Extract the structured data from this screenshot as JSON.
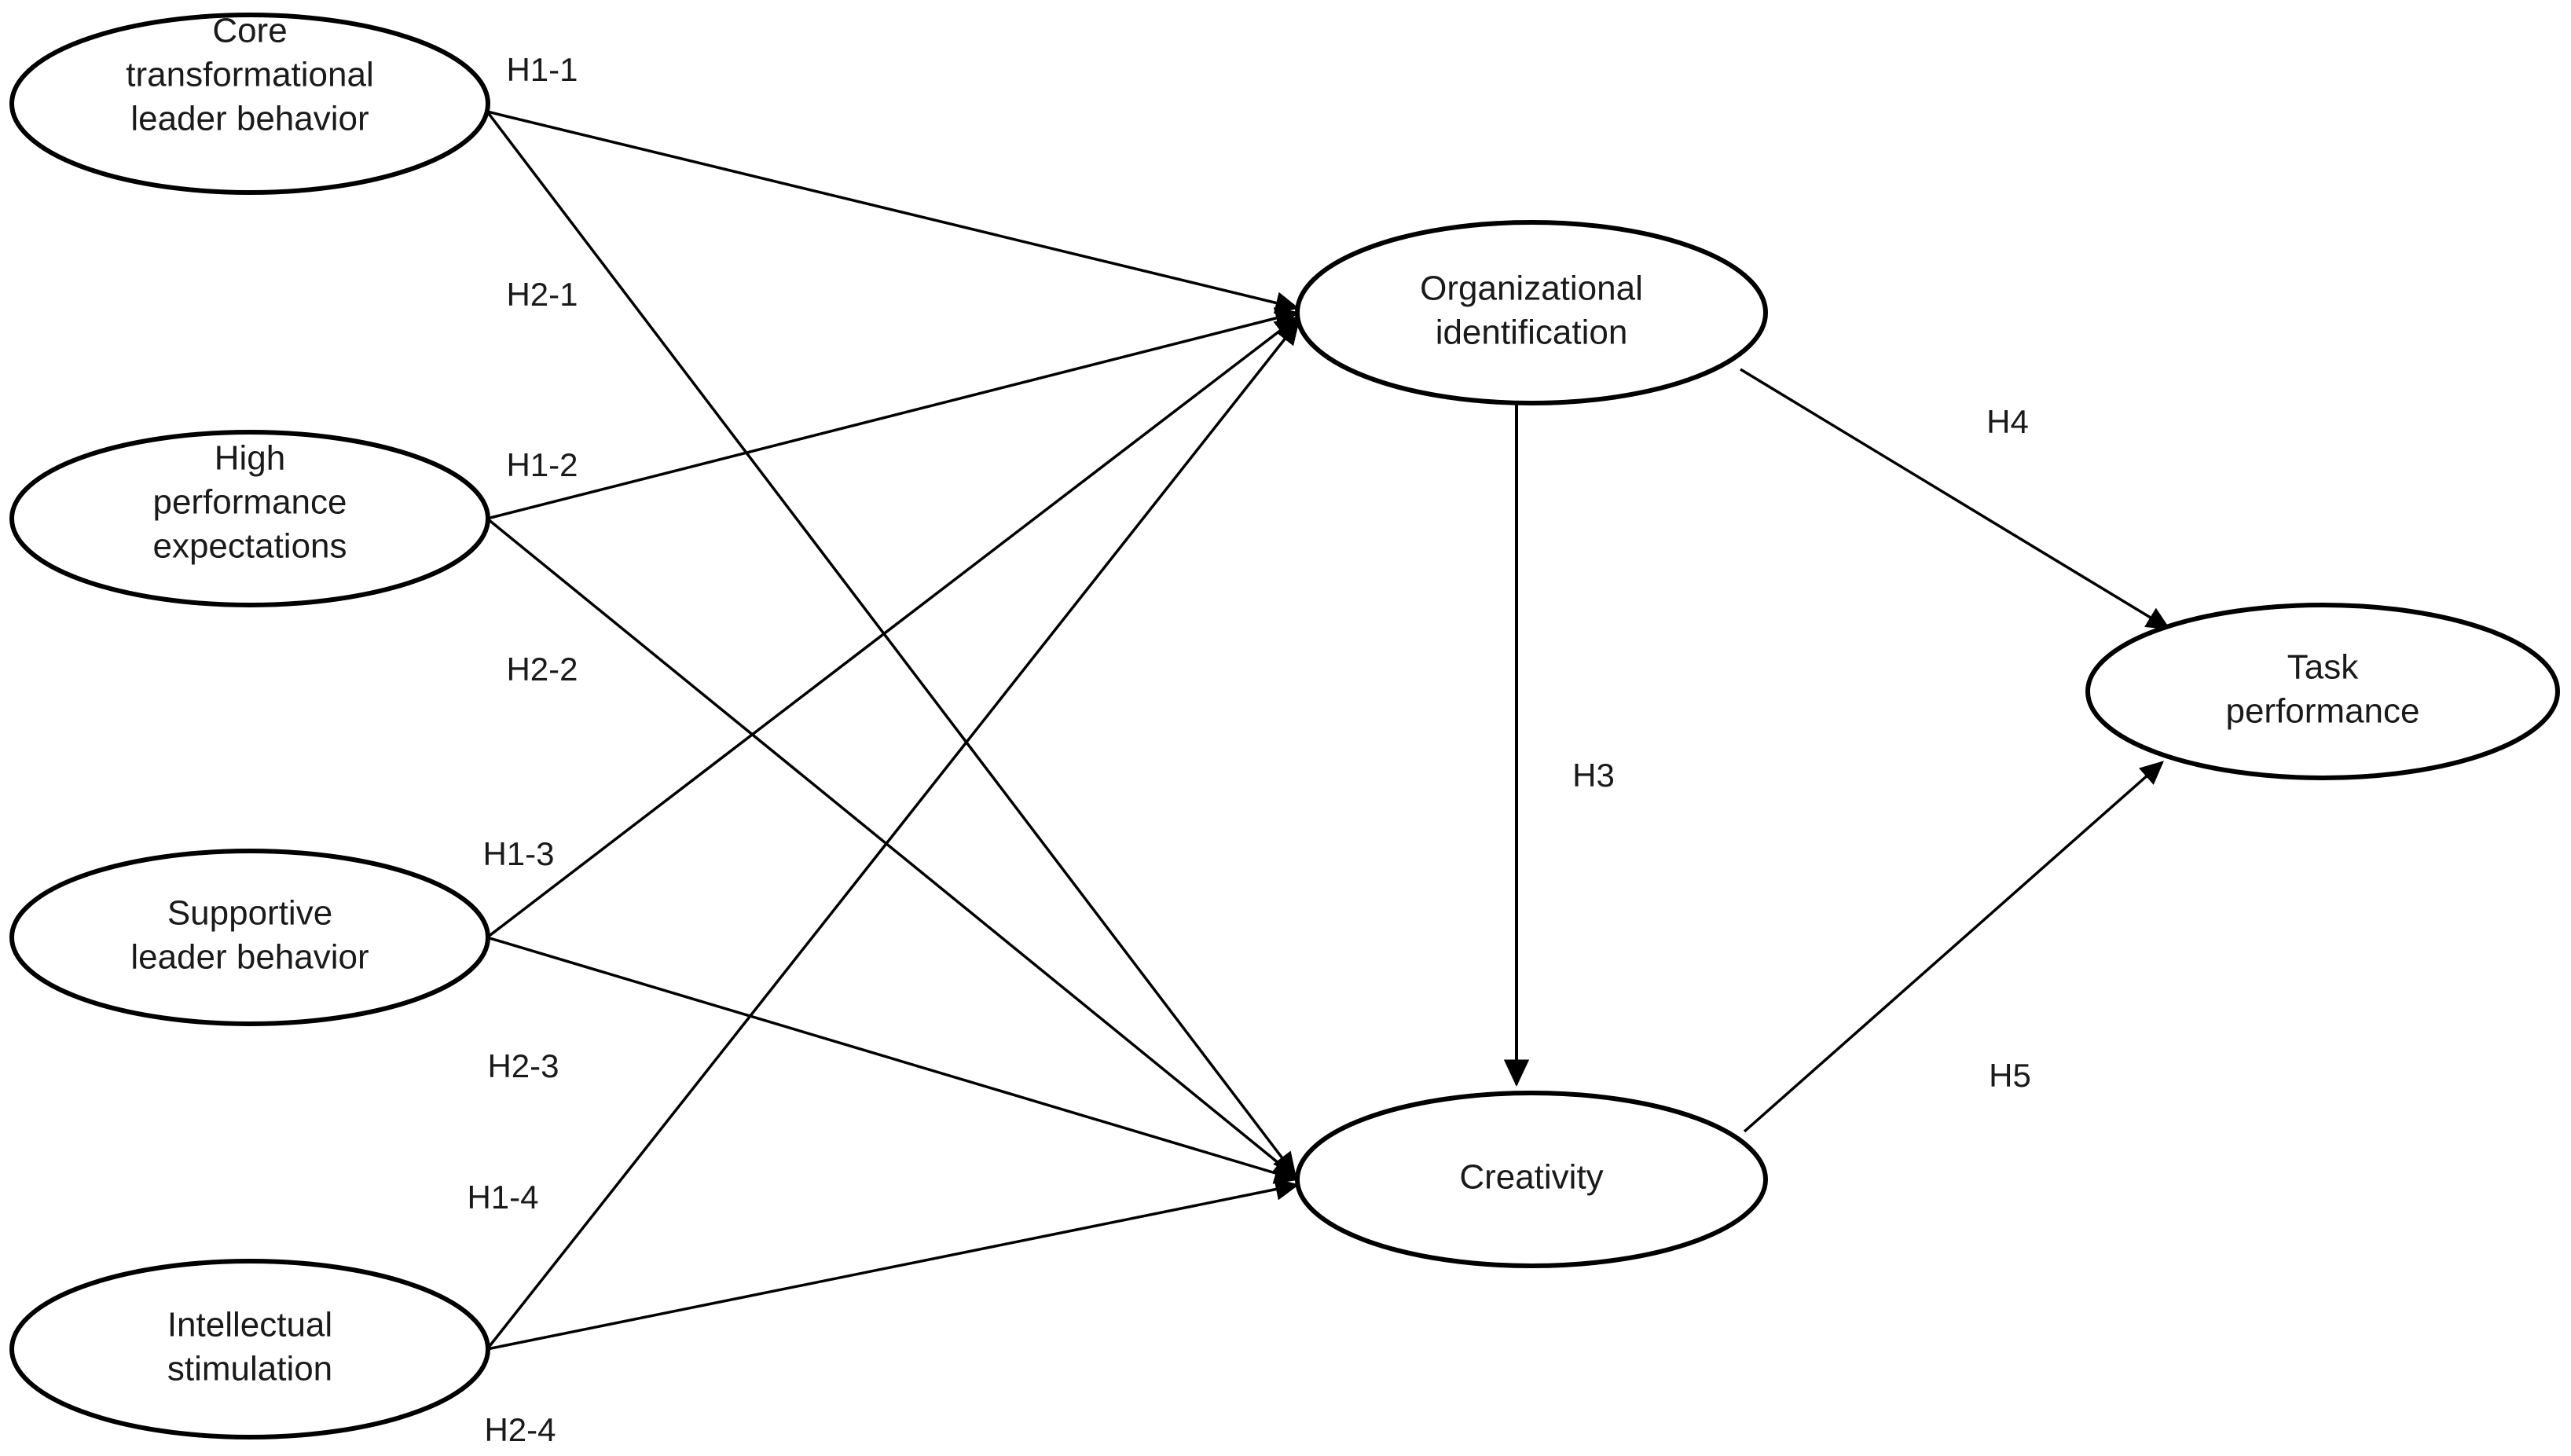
{
  "diagram": {
    "type": "conceptual-research-model",
    "background_color": "#ffffff",
    "line_color": "#000000",
    "text_color": "#1a1a1a",
    "nodes": {
      "core_transformational": {
        "line1": "Core",
        "line2": "transformational",
        "line3": "leader behavior"
      },
      "high_performance": {
        "line1": "High",
        "line2": "performance",
        "line3": "expectations"
      },
      "supportive_leader": {
        "line1": "Supportive",
        "line2": "leader behavior"
      },
      "intellectual_stimulation": {
        "line1": "Intellectual",
        "line2": "stimulation"
      },
      "organizational_identification": {
        "line1": "Organizational",
        "line2": "identification"
      },
      "creativity": {
        "line1": "Creativity"
      },
      "task_performance": {
        "line1": "Task",
        "line2": "performance"
      }
    },
    "hypotheses": {
      "h1_1": "H1-1",
      "h2_1": "H2-1",
      "h1_2": "H1-2",
      "h2_2": "H2-2",
      "h1_3": "H1-3",
      "h2_3": "H2-3",
      "h1_4": "H1-4",
      "h2_4": "H2-4",
      "h3": "H3",
      "h4": "H4",
      "h5": "H5"
    },
    "edges": [
      {
        "id": "h1-1",
        "label": "H1-1",
        "from": "core_transformational",
        "to": "organizational_identification"
      },
      {
        "id": "h2-1",
        "label": "H2-1",
        "from": "core_transformational",
        "to": "creativity"
      },
      {
        "id": "h1-2",
        "label": "H1-2",
        "from": "high_performance",
        "to": "organizational_identification"
      },
      {
        "id": "h2-2",
        "label": "H2-2",
        "from": "high_performance",
        "to": "creativity"
      },
      {
        "id": "h1-3",
        "label": "H1-3",
        "from": "supportive_leader",
        "to": "organizational_identification"
      },
      {
        "id": "h2-3",
        "label": "H2-3",
        "from": "supportive_leader",
        "to": "creativity"
      },
      {
        "id": "h1-4",
        "label": "H1-4",
        "from": "intellectual_stimulation",
        "to": "organizational_identification"
      },
      {
        "id": "h2-4",
        "label": "H2-4",
        "from": "intellectual_stimulation",
        "to": "creativity"
      },
      {
        "id": "h3",
        "label": "H3",
        "from": "organizational_identification",
        "to": "creativity"
      },
      {
        "id": "h4",
        "label": "H4",
        "from": "organizational_identification",
        "to": "task_performance"
      },
      {
        "id": "h5",
        "label": "H5",
        "from": "creativity",
        "to": "task_performance"
      }
    ]
  }
}
